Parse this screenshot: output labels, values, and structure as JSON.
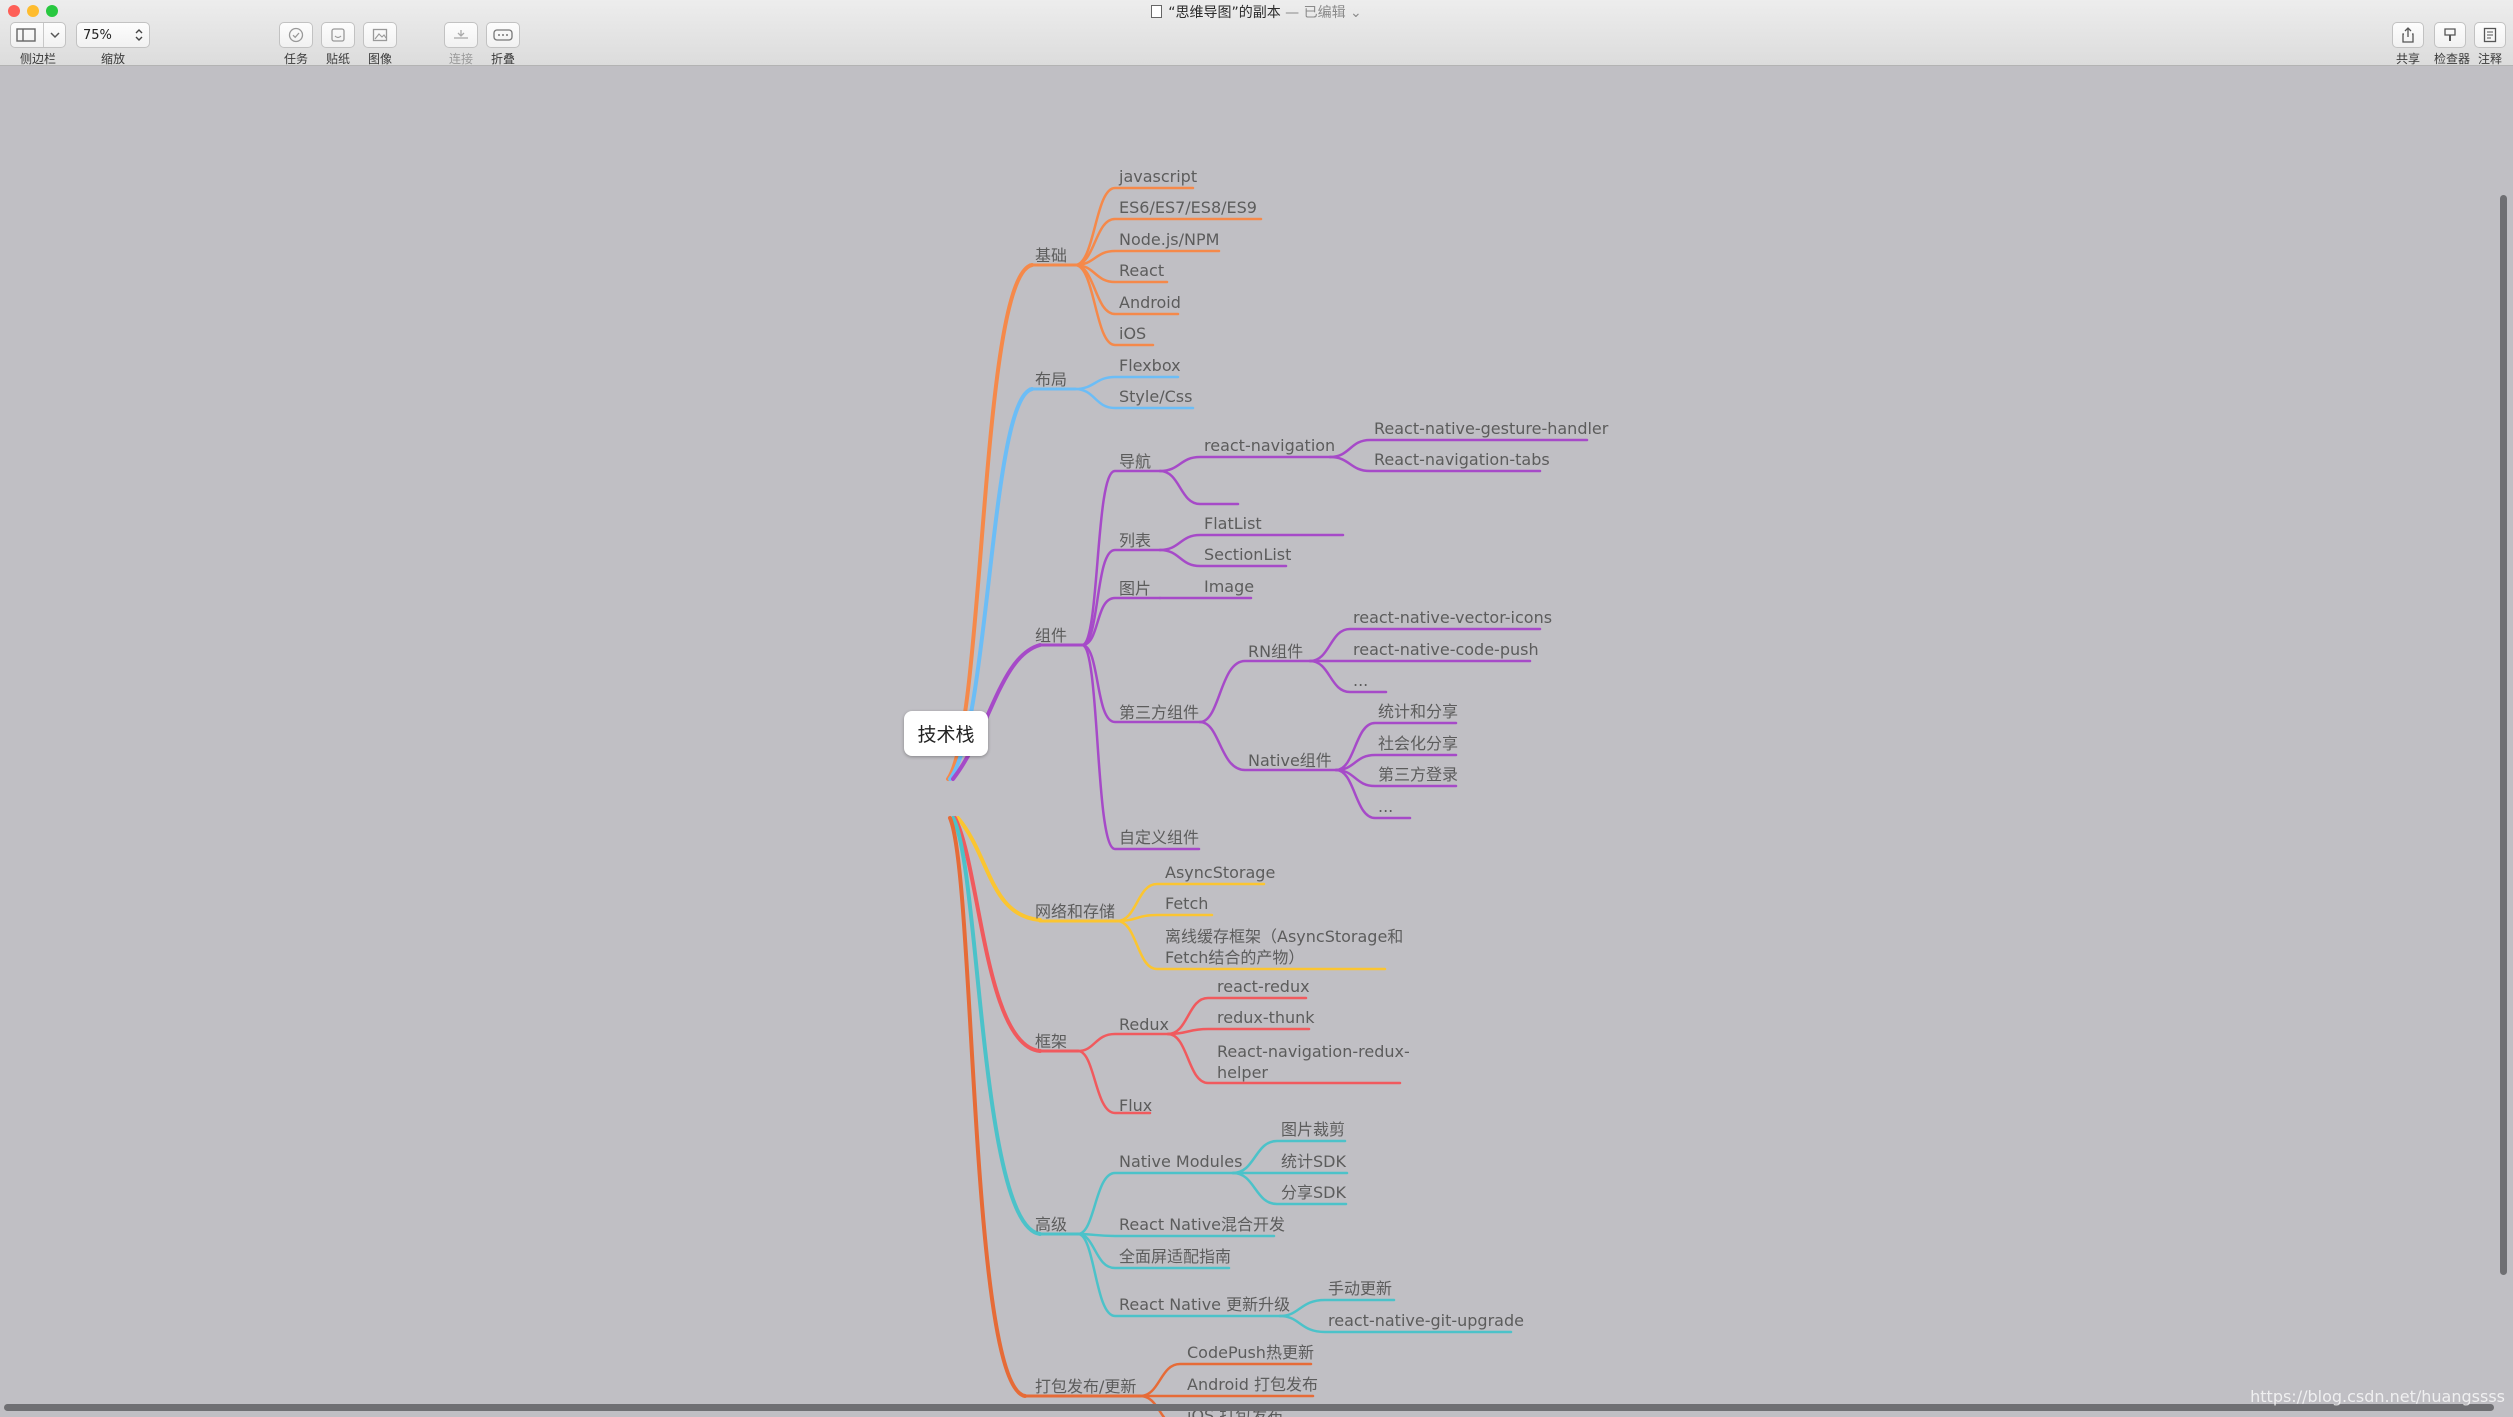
{
  "window": {
    "title_quoted": "“思维导图”的副本",
    "title_sep": " — ",
    "edited_label": "已编辑",
    "traffic_colors": [
      "#fe5f57",
      "#febc2e",
      "#28c840"
    ]
  },
  "toolbar": {
    "sidebar_label": "侧边栏",
    "zoom_value": "75%",
    "zoom_label": "缩放",
    "task_label": "任务",
    "sticker_label": "贴纸",
    "image_label": "图像",
    "connect_label": "连接",
    "fold_label": "折叠",
    "share_label": "共享",
    "inspector_label": "检查器",
    "notes_label": "注释"
  },
  "mindmap": {
    "root": "技术栈",
    "colors": {
      "basics": "#f5894a",
      "layout": "#6cbdf6",
      "components": "#a64ac8",
      "network": "#fbc531",
      "framework": "#f05a5e",
      "advanced": "#4cc2c9",
      "release": "#e66b37"
    },
    "basics": {
      "label": "基础",
      "items": [
        "javascript",
        "ES6/ES7/ES8/ES9",
        "Node.js/NPM",
        "React",
        "Android",
        "iOS"
      ]
    },
    "layout": {
      "label": "布局",
      "items": [
        "Flexbox",
        "Style/Css"
      ]
    },
    "components": {
      "label": "组件",
      "nav": {
        "label": "导航",
        "rn_navigation": "react-navigation",
        "rn_navigation_children": [
          "React-native-gesture-handler",
          "React-navigation-tabs"
        ]
      },
      "list": {
        "label": "列表",
        "items": [
          "FlatList",
          "SectionList"
        ]
      },
      "image": {
        "label": "图片",
        "items": [
          "Image"
        ]
      },
      "third_party": {
        "label": "第三方组件",
        "rn": {
          "label": "RN组件",
          "items": [
            "react-native-vector-icons",
            "react-native-code-push",
            "..."
          ]
        },
        "native": {
          "label": "Native组件",
          "items": [
            "统计和分享",
            "社会化分享",
            "第三方登录",
            "..."
          ]
        }
      },
      "custom": "自定义组件"
    },
    "network": {
      "label": "网络和存储",
      "items": [
        "AsyncStorage",
        "Fetch"
      ],
      "offline_line1": "离线缓存框架（AsyncStorage和",
      "offline_line2": "Fetch结合的产物）"
    },
    "framework": {
      "label": "框架",
      "redux": {
        "label": "Redux",
        "items": [
          "react-redux",
          "redux-thunk"
        ],
        "helper_line1": "React-navigation-redux-",
        "helper_line2": "helper"
      },
      "flux": "Flux"
    },
    "advanced": {
      "label": "高级",
      "native_modules": {
        "label": "Native Modules",
        "items": [
          "图片裁剪",
          "统计SDK",
          "分享SDK"
        ]
      },
      "hybrid": "React Native混合开发",
      "fullscreen": "全面屏适配指南",
      "upgrade": {
        "label": "React Native 更新升级",
        "items": [
          "手动更新",
          "react-native-git-upgrade"
        ]
      }
    },
    "release": {
      "label": "打包发布/更新",
      "items": [
        "CodePush热更新",
        "Android 打包发布",
        "iOS 打包发布"
      ]
    }
  },
  "watermark": "https://blog.csdn.net/huangssss"
}
